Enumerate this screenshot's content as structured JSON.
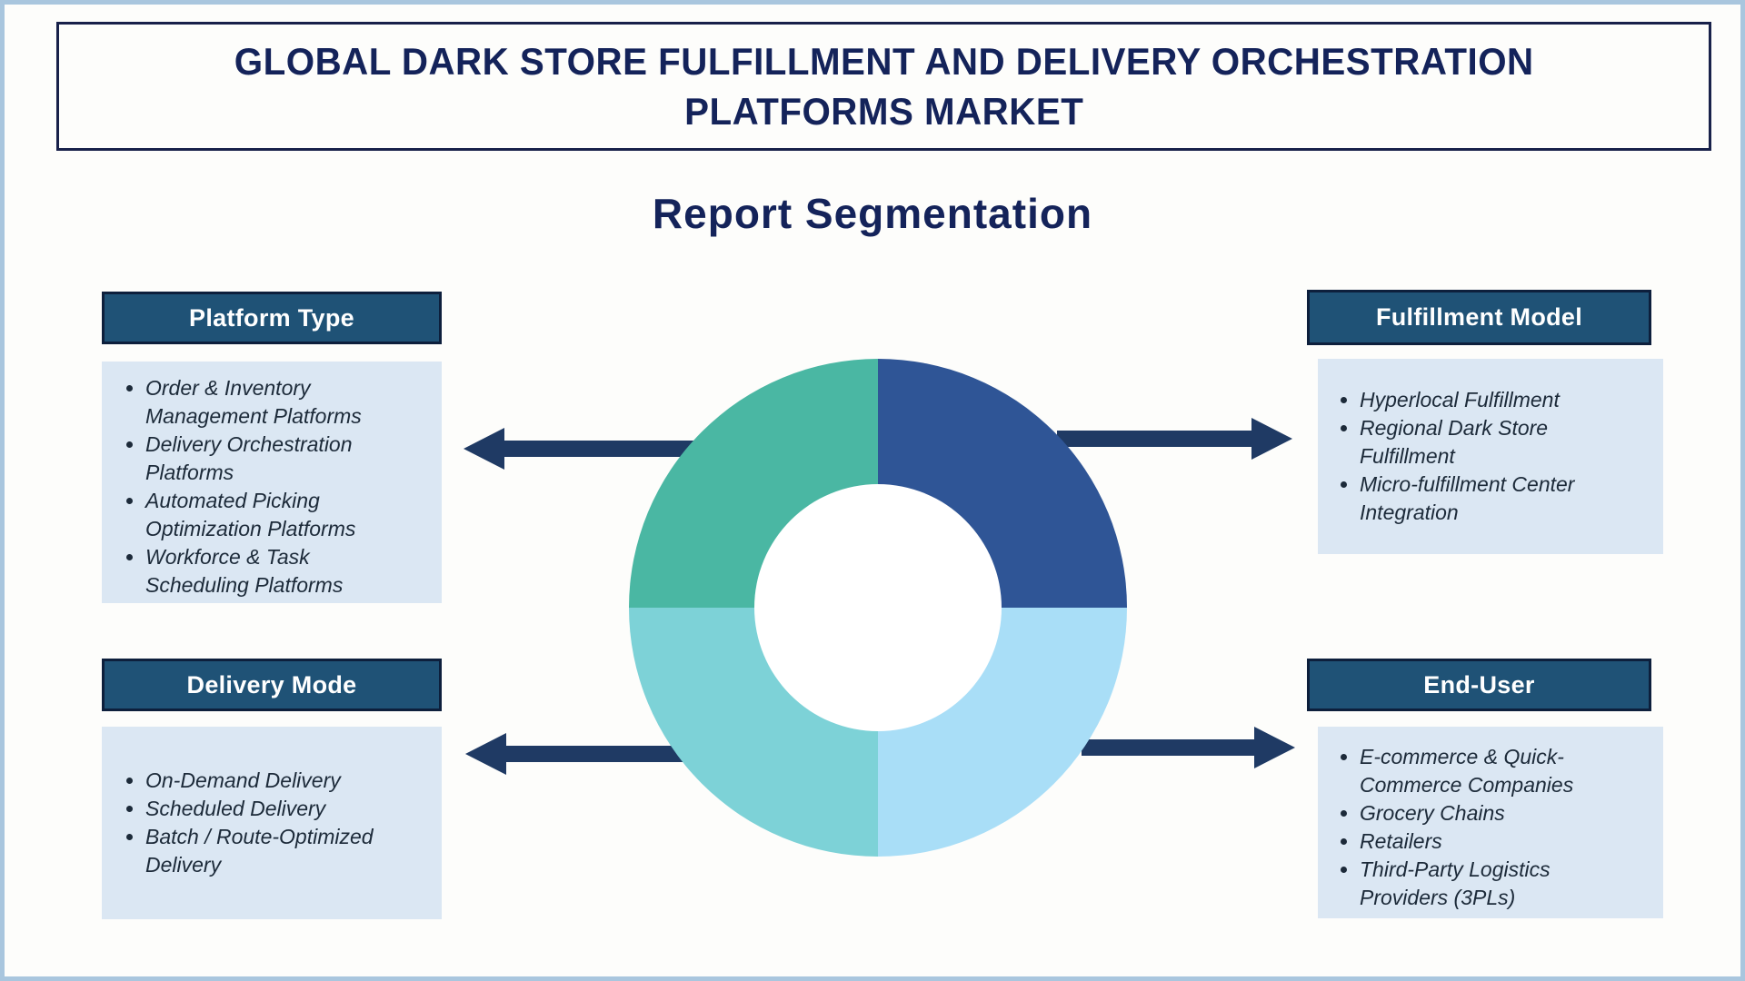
{
  "title": {
    "line1": "GLOBAL DARK STORE FULFILLMENT AND DELIVERY ORCHESTRATION",
    "line2": "PLATFORMS MARKET"
  },
  "subtitle": "Report Segmentation",
  "boxes": {
    "platform_type": {
      "title": "Platform Type",
      "items": [
        "Order & Inventory Management Platforms",
        "Delivery Orchestration Platforms",
        "Automated Picking Optimization Platforms",
        "Workforce & Task Scheduling Platforms"
      ]
    },
    "fulfillment_model": {
      "title": "Fulfillment Model",
      "items": [
        "Hyperlocal Fulfillment",
        "Regional Dark Store Fulfillment",
        "Micro-fulfillment Center Integration"
      ]
    },
    "delivery_mode": {
      "title": "Delivery Mode",
      "items": [
        "On-Demand Delivery",
        "Scheduled Delivery",
        "Batch / Route-Optimized Delivery"
      ]
    },
    "end_user": {
      "title": "End-User",
      "items": [
        "E-commerce & Quick-Commerce Companies",
        "Grocery Chains",
        "Retailers",
        "Third-Party Logistics Providers (3PLs)"
      ]
    }
  },
  "colors": {
    "outer-border": "#A9C6DE",
    "title-border": "#18214A",
    "navy-text": "#14235A",
    "header-bg": "#1F5276",
    "header-border": "#0D1F3C",
    "listbox-bg": "#DBE7F3",
    "list-text": "#1C2A39",
    "arrow": "#1F3A64",
    "donut-q1": "#2F5596",
    "donut-q2": "#A9DEF7",
    "donut-q3": "#7DD2D7",
    "donut-q4": "#4AB7A3",
    "hole": "#FFFFFF"
  },
  "chart_data": {
    "type": "pie",
    "subtype": "donut",
    "title": "Report Segmentation",
    "categories": [
      "Fulfillment Model (top-right)",
      "End-User (bottom-right)",
      "Delivery Mode (bottom-left)",
      "Platform Type (top-left)"
    ],
    "values": [
      25,
      25,
      25,
      25
    ],
    "unit": "percent (equal quadrants, unlabeled)",
    "segment_colors": [
      "#2F5596",
      "#A9DEF7",
      "#7DD2D7",
      "#4AB7A3"
    ],
    "legend": "none",
    "data_labels": "none",
    "inner_radius_ratio": 0.5
  }
}
